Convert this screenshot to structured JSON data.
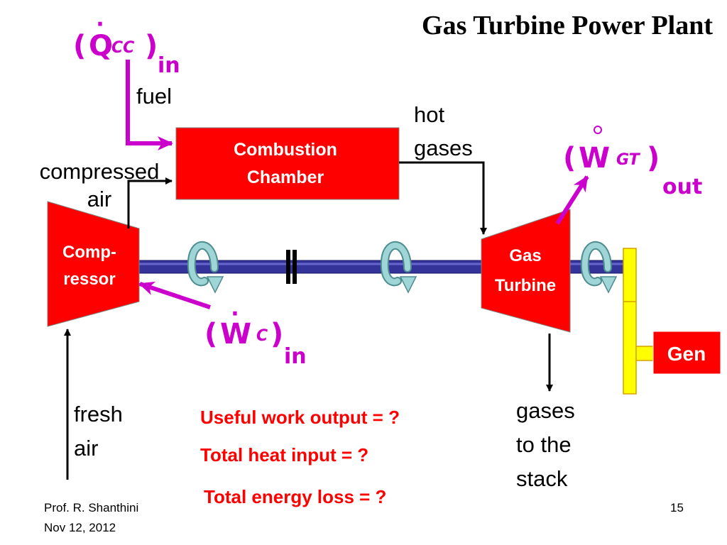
{
  "title": "Gas Turbine Power Plant",
  "colors": {
    "component": "#ff0000",
    "component_text": "#ffffff",
    "energy_arrow": "#cc00cc",
    "shaft": "#33339a",
    "shaft_swirl": "#9fd5d6",
    "generator_coupling": "#ffff00",
    "question": "#ff0000"
  },
  "components": {
    "combustion_chamber": {
      "line1": "Combustion",
      "line2": "Chamber"
    },
    "compressor": {
      "line1": "Comp-",
      "line2": "ressor"
    },
    "gas_turbine": {
      "line1": "Gas",
      "line2": "Turbine"
    },
    "generator": "Gen"
  },
  "stream_labels": {
    "fuel": "fuel",
    "compressed_air": {
      "line1": "compressed",
      "line2": "air"
    },
    "hot_gases": {
      "line1": "hot",
      "line2": "gases"
    },
    "fresh_air": {
      "line1": "fresh",
      "line2": "air"
    },
    "exhaust": {
      "line1": "gases",
      "line2": "to the",
      "line3": "stack"
    }
  },
  "energy_symbols": {
    "heat_in": {
      "open": "(",
      "letter": "Q",
      "dot": "·",
      "sub": "CC",
      "close": ")",
      "scope": "in"
    },
    "turbine_work_out": {
      "open": "(",
      "letter": "W",
      "dot": "·",
      "sub": "GT",
      "close": ")",
      "scope": "out"
    },
    "compressor_work_in": {
      "open": "(",
      "letter": "W",
      "dot": "·",
      "sub": "C",
      "close": ")",
      "scope": "in"
    }
  },
  "questions": {
    "useful_work": "Useful work output = ?",
    "heat_input": "Total heat input = ?",
    "energy_loss": "Total energy loss = ?"
  },
  "footer": {
    "author": "Prof. R. Shanthini",
    "date": "Nov 12, 2012",
    "page_number": "15"
  }
}
